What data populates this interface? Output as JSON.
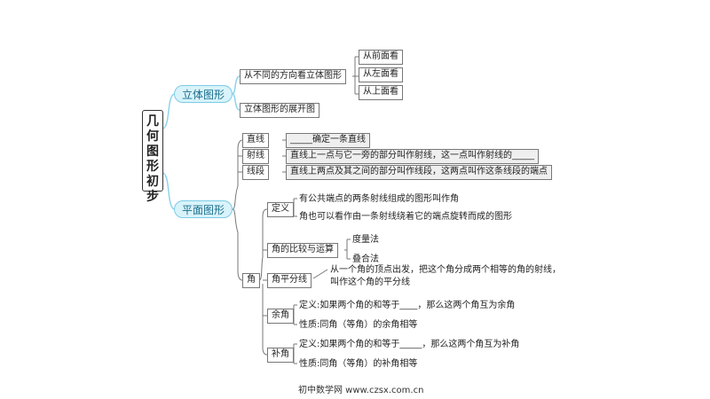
{
  "root": "几何图形初步",
  "branches": {
    "solid": {
      "label": "立体图形",
      "view": "从不同的方向看立体图形",
      "views": [
        "从前面看",
        "从左面看",
        "从上面看"
      ],
      "unfold": "立体图形的展开图"
    },
    "plane": {
      "label": "平面图形",
      "line": {
        "label": "直线",
        "desc": "_____确定一条直线"
      },
      "ray": {
        "label": "射线",
        "desc": "直线上一点与它一旁的部分叫作射线，这一点叫作射线的_____"
      },
      "segment": {
        "label": "线段",
        "desc": "直线上两点及其之间的部分叫作线段，这两点叫作这条线段的端点"
      },
      "angle": {
        "label": "角",
        "definition": {
          "label": "定义",
          "items": [
            "有公共端点的两条射线组成的图形叫作角",
            "角也可以看作由一条射线绕着它的端点旋转而成的图形"
          ]
        },
        "compare": {
          "label": "角的比较与运算",
          "items": [
            "度量法",
            "叠合法"
          ]
        },
        "bisector": {
          "label": "角平分线",
          "desc_lines": [
            "从一个角的顶点出发，把这个角分成两个相等的角的射线，",
            "叫作这个角的平分线"
          ]
        },
        "complementary": {
          "label": "余角",
          "items": [
            "定义:如果两个角的和等于____，那么这两个角互为余角",
            "性质:同角（等角）的余角相等"
          ]
        },
        "supplementary": {
          "label": "补角",
          "items": [
            "定义:如果两个角的和等于_____，那么这两个角互为补角",
            "性质:同角（等角）的补角相等"
          ]
        }
      }
    }
  },
  "footer": "初中数学网 www.czsx.com.cn"
}
